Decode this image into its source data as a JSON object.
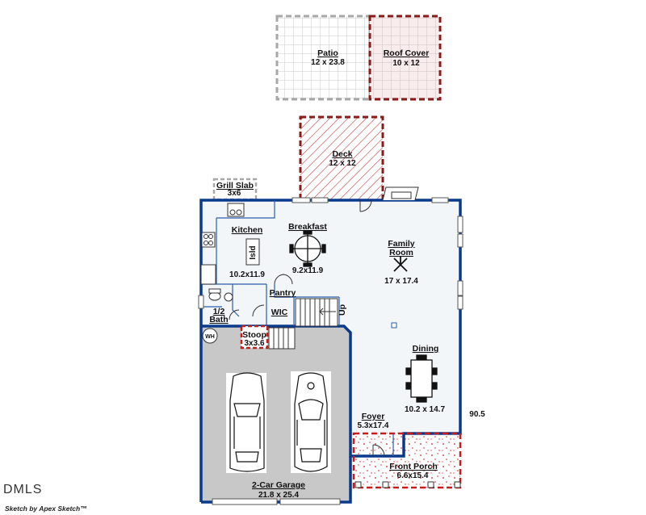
{
  "rooms": {
    "patio": {
      "name": "Patio",
      "size": "12 x 23.8"
    },
    "roof_cover": {
      "name": "Roof Cover",
      "size": "10 x 12"
    },
    "deck": {
      "name": "Deck",
      "size": "12 x 12"
    },
    "grill_slab": {
      "name": "Grill Slab",
      "size": "3x6"
    },
    "kitchen": {
      "name": "Kitchen",
      "size": "10.2x11.9",
      "island": "Isld"
    },
    "breakfast": {
      "name": "Breakfast",
      "size": "9.2x11.9"
    },
    "family_room": {
      "name_line1": "Family",
      "name_line2": "Room",
      "size": "17 x 17.4"
    },
    "pantry": {
      "name": "Pantry"
    },
    "wic": {
      "name": "WIC"
    },
    "half_bath": {
      "name_line1": "1/2",
      "name_line2": "Bath"
    },
    "stoop": {
      "name": "Stoop",
      "size": "3x3.6"
    },
    "dining": {
      "name": "Dining",
      "size": "10.2 x 14.7"
    },
    "foyer": {
      "name": "Foyer",
      "size": "5.3x17.4"
    },
    "garage": {
      "name": "2-Car Garage",
      "size": "21.8 x 25.4"
    },
    "front_porch": {
      "name": "Front Porch",
      "size": "6.6x15.4"
    }
  },
  "stairs_label": "Up",
  "water_heater": "WH",
  "side_dimension": "90.5",
  "footer": {
    "logo": "DMLS",
    "credit": "Sketch by Apex Sketch™"
  },
  "colors": {
    "wall": "#0a3a8c",
    "deck": "#8b1a1a",
    "porch": "#cc1a1a",
    "patio": "#a8a8a8",
    "garage": "#c8c8c8",
    "floor": "#f3f6f9"
  }
}
